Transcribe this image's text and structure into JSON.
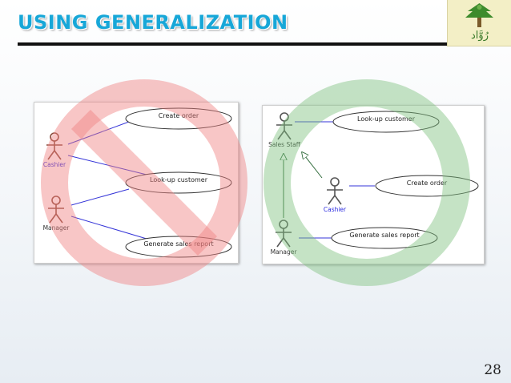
{
  "slide": {
    "title": "USING GENERALIZATION",
    "page_number": "28"
  },
  "logo": {
    "text": "رُوَّاد",
    "colors": {
      "tree": "#3d8b2c",
      "trunk": "#7a5a2a",
      "background": "#f3efc6"
    }
  },
  "colors": {
    "title": "#17a7d8",
    "reject_symbol": "#f08080",
    "accept_symbol": "#7fc27f",
    "association_line": "#3535d8",
    "actor_body": "#8a4a3a"
  },
  "left_diagram": {
    "status": "rejected",
    "actors": [
      {
        "label": "Cashier",
        "label_color": "blue"
      },
      {
        "label": "Manager",
        "label_color": "dark"
      }
    ],
    "use_cases": [
      "Create order",
      "Look-up customer",
      "Generate sales report"
    ]
  },
  "right_diagram": {
    "status": "accepted",
    "actors": [
      {
        "label": "Sales Staff",
        "label_color": "dark"
      },
      {
        "label": "Cashier",
        "label_color": "blue"
      },
      {
        "label": "Manager",
        "label_color": "dark"
      }
    ],
    "use_cases": [
      "Look-up customer",
      "Create order",
      "Generate sales report"
    ]
  }
}
